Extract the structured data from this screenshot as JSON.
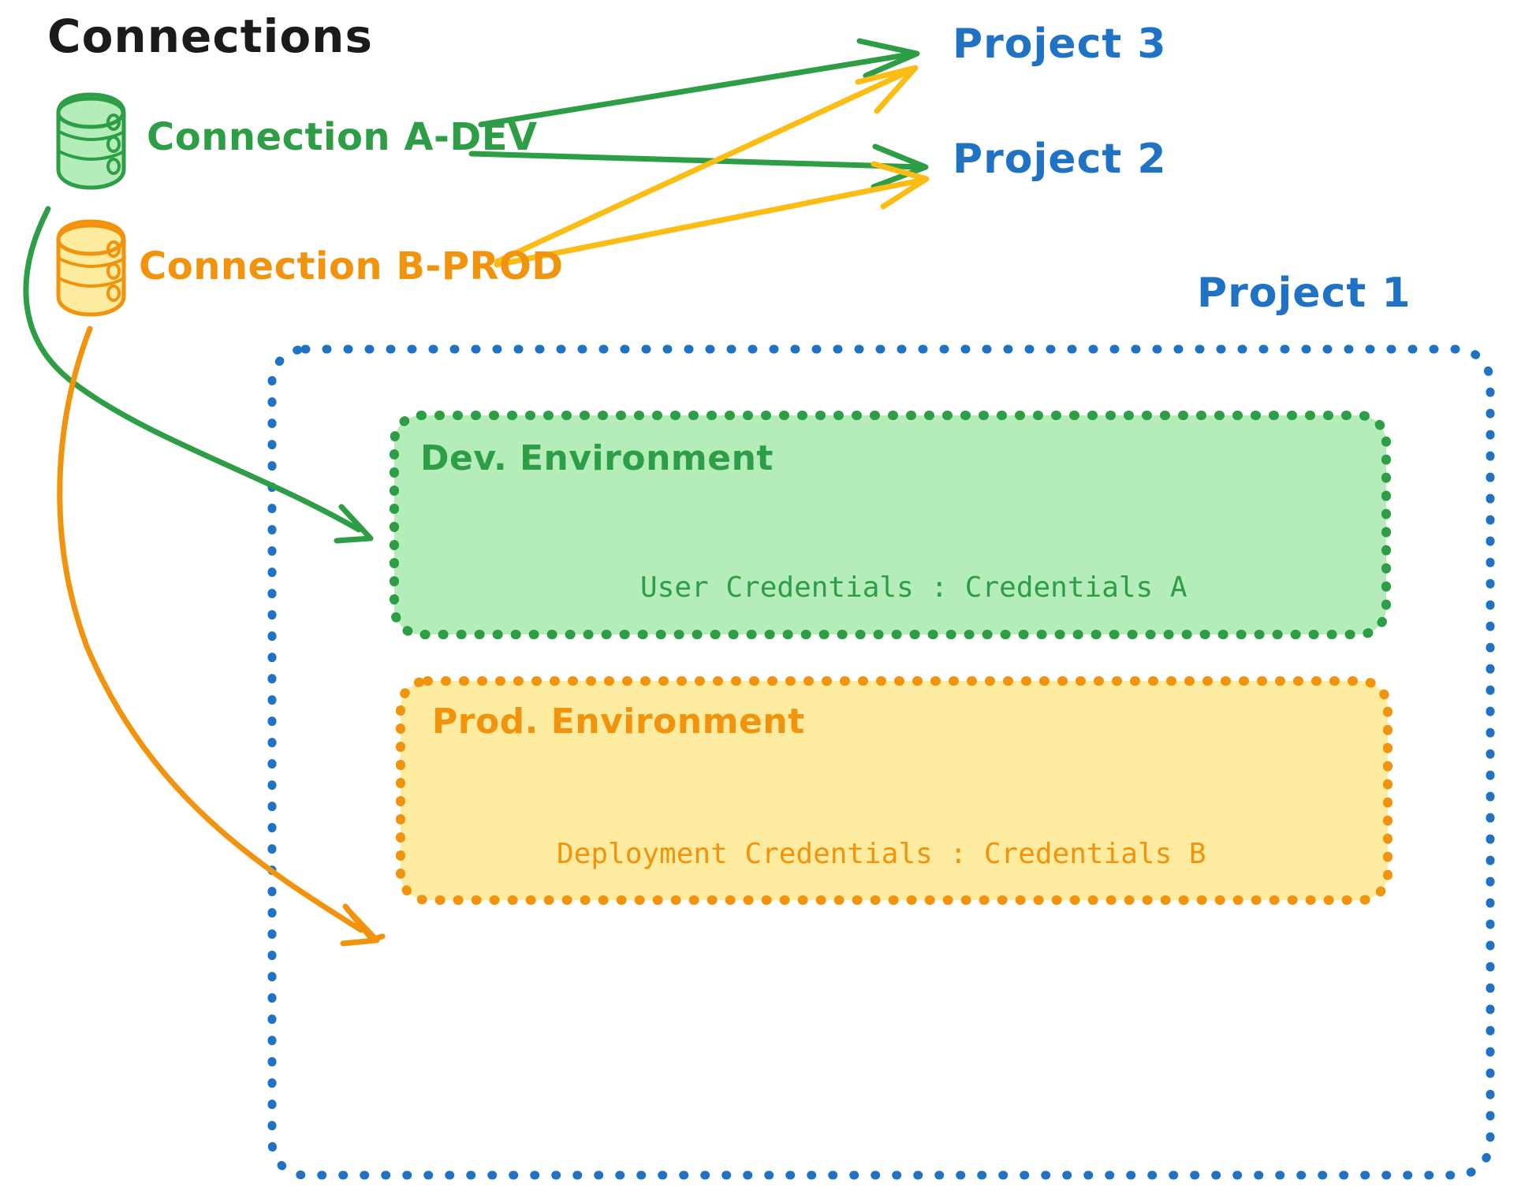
{
  "diagram": {
    "title": "Connections",
    "connections": [
      {
        "id": "a-dev",
        "label": "Connection A-DEV",
        "color": "#2e9e46",
        "icon": "database-icon"
      },
      {
        "id": "b-prod",
        "label": "Connection B-PROD",
        "color": "#f2930d",
        "icon": "database-icon"
      }
    ],
    "projects": [
      {
        "id": "project-3",
        "label": "Project 3"
      },
      {
        "id": "project-2",
        "label": "Project 2"
      },
      {
        "id": "project-1",
        "label": "Project 1"
      }
    ],
    "project_container": {
      "label": "Project 1",
      "border_color": "#1f72c4",
      "border_style": "dotted"
    },
    "environments": [
      {
        "id": "dev-environment",
        "title": "Dev. Environment",
        "credentials": "User Credentials : Credentials A",
        "fill": "#b4edba",
        "border_color": "#2e9e46"
      },
      {
        "id": "prod-environment",
        "title": "Prod. Environment",
        "credentials": "Deployment Credentials : Credentials B",
        "fill": "#fdeb9f",
        "border_color": "#f2930d"
      }
    ],
    "colors": {
      "green": "#2e9e46",
      "green_fill": "#b4edba",
      "orange": "#f2930d",
      "orange_arrow": "#fbbc13",
      "orange_fill": "#fdeb9f",
      "blue": "#1f72c4",
      "title_black": "#1b1b1b"
    },
    "edges": [
      {
        "from": "a-dev",
        "to": "project-3",
        "color": "#2e9e46"
      },
      {
        "from": "a-dev",
        "to": "project-2",
        "color": "#2e9e46"
      },
      {
        "from": "b-prod",
        "to": "project-3",
        "color": "#fbbc13"
      },
      {
        "from": "b-prod",
        "to": "project-2",
        "color": "#fbbc13"
      },
      {
        "from": "a-dev",
        "to": "dev-environment",
        "color": "#2e9e46"
      },
      {
        "from": "b-prod",
        "to": "prod-environment",
        "color": "#f2930d"
      }
    ]
  }
}
